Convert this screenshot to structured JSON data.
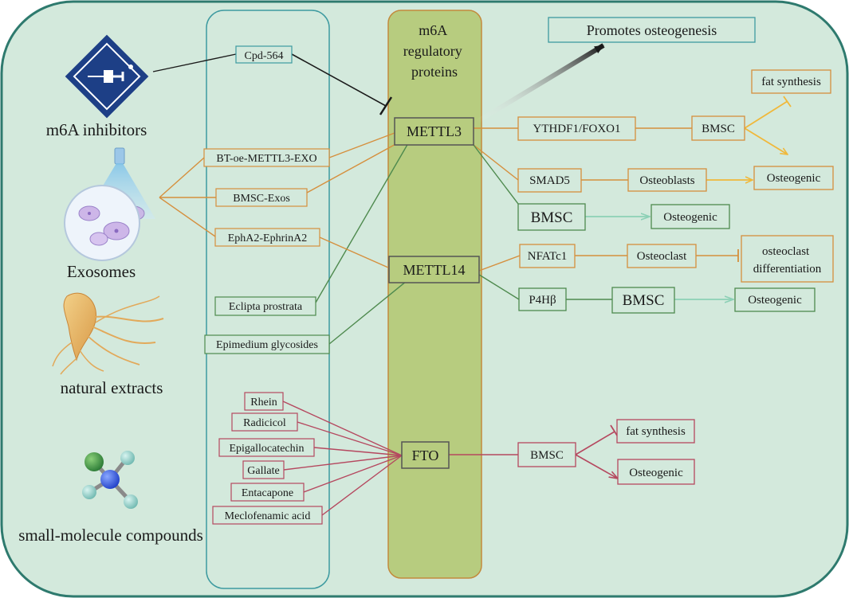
{
  "categories": {
    "inhibitors": "m6A inhibitors",
    "exosomes": "Exosomes",
    "natural": "natural extracts",
    "small": "small-molecule compounds"
  },
  "column": {
    "title_lines": [
      "m6A",
      "regulatory",
      "proteins"
    ]
  },
  "proteins": {
    "mettl3": "METTL3",
    "mettl14": "METTL14",
    "fto": "FTO"
  },
  "regulators": {
    "cpd": "Cpd-564",
    "bt": "BT-oe-METTL3-EXO",
    "bmsc_exos": "BMSC-Exos",
    "epha": "EphA2-EphrinA2",
    "eclipta": "Eclipta prostrata",
    "epimedium": "Epimedium glycosides",
    "rhein": "Rhein",
    "radicicol": "Radicicol",
    "epigallocatechin": "Epigallocatechin",
    "gallate": "Gallate",
    "entacapone": "Entacapone",
    "meclofenamic": "Meclofenamic acid"
  },
  "outputs": {
    "promotes": "Promotes osteogenesis",
    "ythdf1": "YTHDF1/FOXO1",
    "bmsc1": "BMSC",
    "fat1": "fat synthesis",
    "smad5": "SMAD5",
    "osteoblasts": "Osteoblasts",
    "osteogenic1": "Osteogenic",
    "bmsc2": "BMSC",
    "osteogenic2": "Osteogenic",
    "nfatc1": "NFATc1",
    "osteoclast": "Osteoclast",
    "oc_diff_lines": [
      "osteoclast",
      "differentiation"
    ],
    "p4hb": "P4Hβ",
    "bmsc3": "BMSC",
    "osteogenic3": "Osteogenic",
    "bmsc4": "BMSC",
    "fat2": "fat synthesis",
    "osteogenic4": "Osteogenic"
  },
  "icons": {
    "inhibitor": "syringe-icon",
    "exosome": "exosome-vesicle-icon",
    "extract": "ginseng-root-icon",
    "compound": "molecule-icon"
  },
  "colors": {
    "background": "#d3e9dc",
    "outer_border": "#2e7a6e",
    "column_fill": "#b7cc7f",
    "column_border": "#c38a3c",
    "orange": "#d58f3d",
    "green": "#4e8a4e",
    "crimson": "#b5485f",
    "teal": "#3d9aa0",
    "mint": "#8cd0b6",
    "gold": "#f0b83a"
  }
}
